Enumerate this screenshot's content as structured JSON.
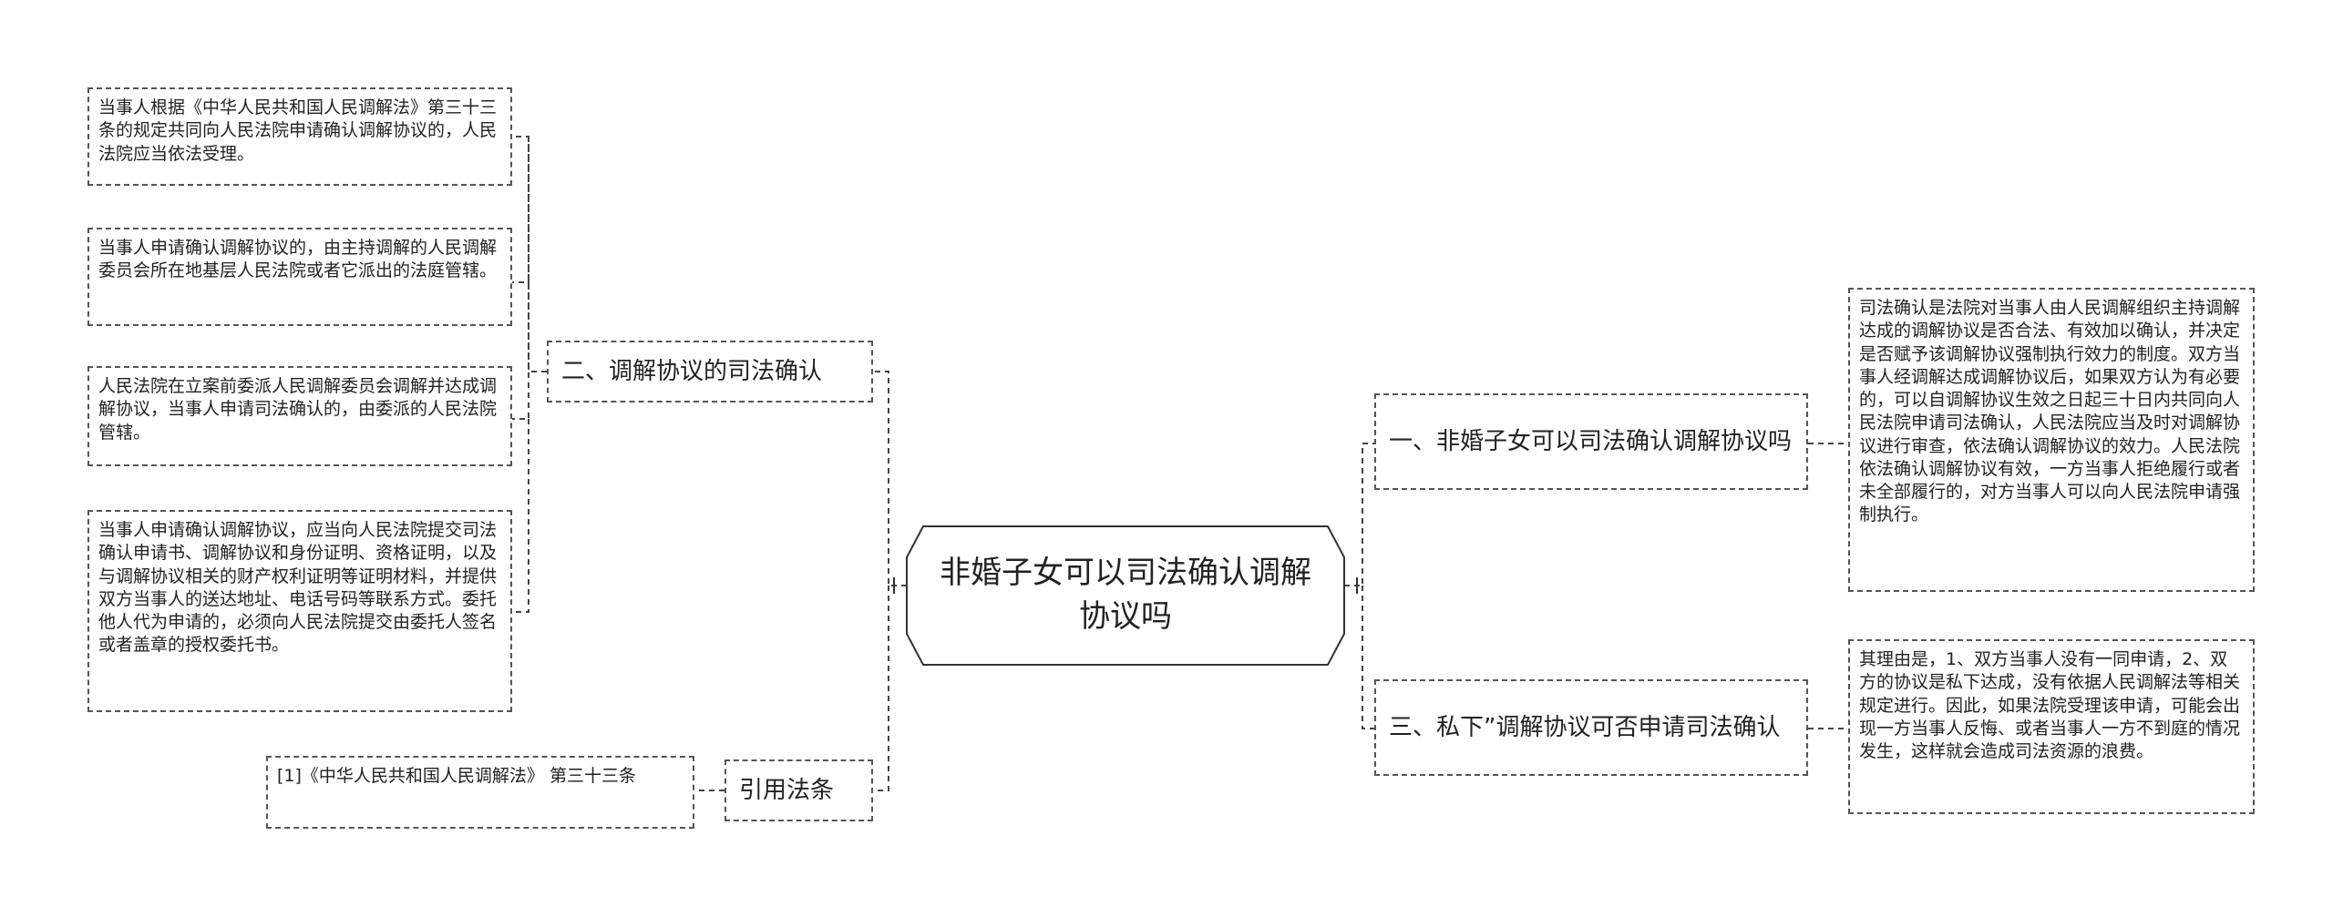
{
  "root": {
    "label": "非婚子女可以司法确认调解协议吗"
  },
  "branches": {
    "mediation": {
      "label": "二、调解协议的司法确认",
      "leaves": [
        "当事人根据《中华人民共和国人民调解法》第三十三条的规定共同向人民法院申请确认调解协议的，人民法院应当依法受理。",
        "当事人申请确认调解协议的，由主持调解的人民调解委员会所在地基层人民法院或者它派出的法庭管辖。",
        "人民法院在立案前委派人民调解委员会调解并达成调解协议，当事人申请司法确认的，由委派的人民法院管辖。",
        "当事人申请确认调解协议，应当向人民法院提交司法确认申请书、调解协议和身份证明、资格证明，以及与调解协议相关的财产权利证明等证明材料，并提供双方当事人的送达地址、电话号码等联系方式。委托他人代为申请的，必须向人民法院提交由委托人签名或者盖章的授权委托书。"
      ]
    },
    "citation": {
      "label": "引用法条",
      "leaves": [
        "[1]《中华人民共和国人民调解法》 第三十三条"
      ]
    },
    "can_confirm": {
      "label": "一、非婚子女可以司法确认调解协议吗",
      "leaves": [
        "司法确认是法院对当事人由人民调解组织主持调解达成的调解协议是否合法、有效加以确认，并决定是否赋予该调解协议强制执行效力的制度。双方当事人经调解达成调解协议后，如果双方认为有必要的，可以自调解协议生效之日起三十日内共同向人民法院申请司法确认，人民法院应当及时对调解协议进行审查，依法确认调解协议的效力。人民法院依法确认调解协议有效，一方当事人拒绝履行或者未全部履行的，对方当事人可以向人民法院申请强制执行。"
      ]
    },
    "private": {
      "label": "三、私下”调解协议可否申请司法确认",
      "leaves": [
        "其理由是，1、双方当事人没有一同申请，2、双方的协议是私下达成，没有依据人民调解法等相关规定进行。因此，如果法院受理该申请，可能会出现一方当事人反悔、或者当事人一方不到庭的情况发生，这样就会造成司法资源的浪费。"
      ]
    }
  },
  "style": {
    "border_color": "#555555",
    "line_color": "#444444",
    "background": "#ffffff"
  }
}
